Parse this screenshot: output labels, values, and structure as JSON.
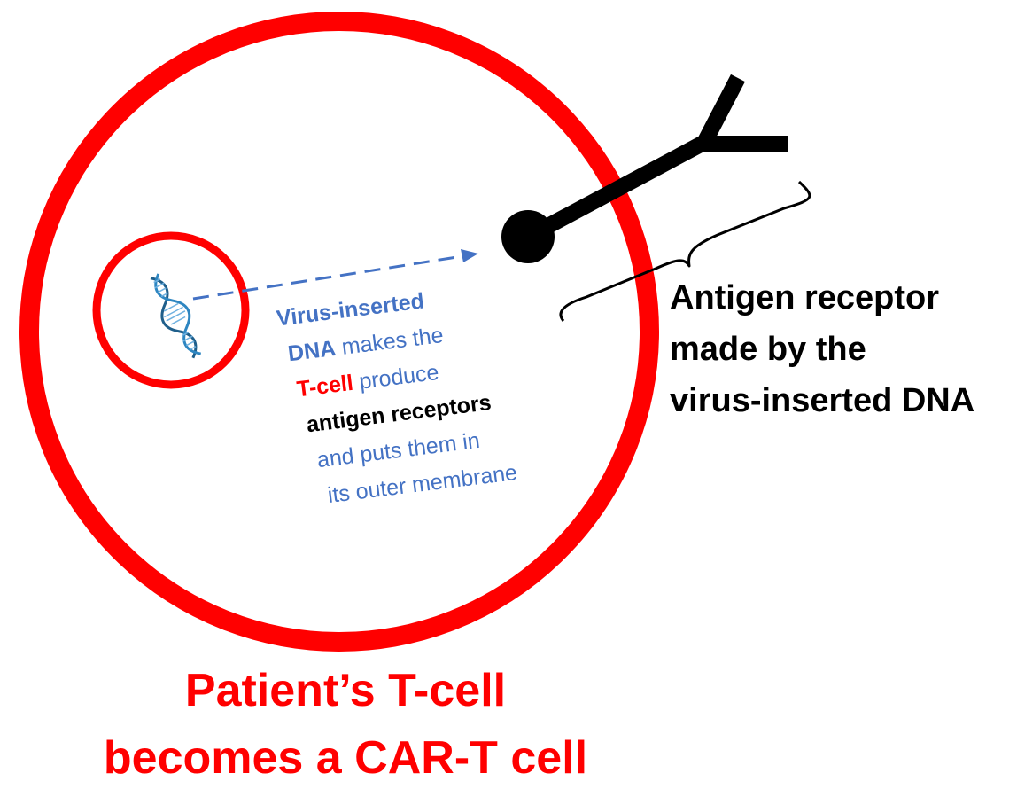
{
  "diagram": {
    "caption": {
      "line1": "Patient’s T-cell",
      "line2": "becomes a CAR-T cell",
      "color": "#ff0000"
    },
    "receptor_label": {
      "line1": "Antigen receptor",
      "line2": "made by the",
      "line3": "virus-inserted DNA",
      "color": "#000000"
    },
    "process_text": {
      "line1": "Virus-inserted",
      "line2_bold": "DNA",
      "line2_rest": " makes the",
      "line3_red": "T-cell",
      "line3_rest": " produce",
      "line4": "antigen receptors",
      "line5": "and puts them in",
      "line6": "its outer membrane",
      "blue": "#4472c4",
      "red": "#ff0000",
      "black": "#000000"
    },
    "icons": {
      "dna": "dna-helix-icon",
      "receptor": "antigen-receptor-y-icon"
    },
    "colors": {
      "cell_membrane": "#ff0000",
      "nucleus": "#ff0000",
      "arrow": "#4472c4",
      "receptor": "#000000",
      "dna_helix": "#2e86c1"
    }
  }
}
